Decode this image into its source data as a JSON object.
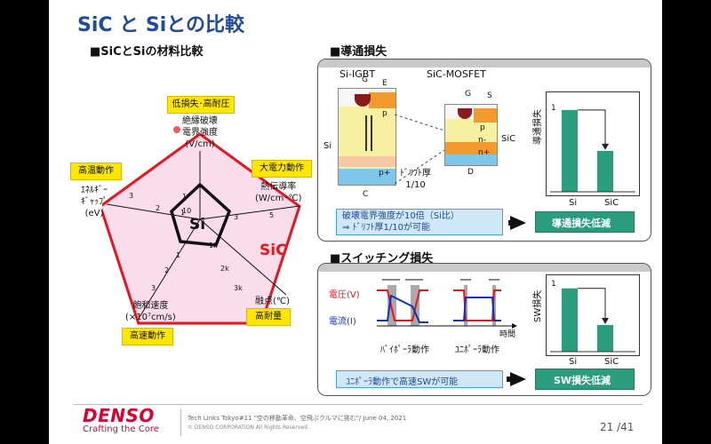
{
  "title": "SiC と Siとの比較",
  "material": {
    "heading": "■SiCとSiの材料比較",
    "top_tag": "低損失･高耐圧",
    "breakdown_label": "絶縁破壊\n電界強度\n(V/cm)",
    "thermal_tag": "大電力動作",
    "thermal_label": "熱伝導率\n(W/cm･℃)",
    "bandgap_tag": "高温動作",
    "bandgap_label": "ｴﾈﾙｷﾞｰ\nｷﾞｬｯﾌﾟ\n(eV)",
    "velocity_label": "飽和速度\n(×10⁷cm/s)",
    "velocity_tag": "高速動作",
    "melting_label": "融点(℃)",
    "melting_tag": "高耐量",
    "si_label": "Si",
    "sic_label": "SiC",
    "ticks": {
      "breakdown": [
        "10",
        "1"
      ],
      "thermal": [
        "5",
        "3"
      ],
      "melting": [
        "3k",
        "2k",
        "1k"
      ],
      "velocity": [
        "3",
        "2",
        "1"
      ],
      "bandgap": [
        "3",
        "2",
        "1"
      ]
    },
    "colors": {
      "sic": "#e8141e",
      "sic_fill": "#fbdcea",
      "si": "#111111",
      "tag": "#ffe600"
    }
  },
  "conduction": {
    "heading": "■導通損失",
    "igbt_title": "Si-IGBT",
    "mosfet_title": "SiC-MOSFET",
    "terminals": {
      "g": "G",
      "e": "E",
      "s": "S",
      "c": "C",
      "d": "D"
    },
    "layers": {
      "p": "p",
      "n_minus": "n-",
      "n_plus": "n+",
      "p_plus": "p+"
    },
    "si_side": "Si",
    "sic_side": "SiC",
    "drift_note": "ﾄﾞﾘﾌﾄ厚\n1/10",
    "info": "破壊電界強度が10倍（Si比）\n⇒ ﾄﾞﾘﾌﾄ厚1/10が可能",
    "result": "導通損失低減",
    "chart_ylabel": "導通損失",
    "chart_tick": "1"
  },
  "switching": {
    "heading": "■スイッチング損失",
    "voltage_label": "電圧(V)",
    "current_label": "電流(I)",
    "time_label": "時間",
    "bipolar": "ﾊﾞｲﾎﾟｰﾗ動作",
    "unipolar": "ﾕﾆﾎﾟｰﾗ動作",
    "info": "ﾕﾆﾎﾟｰﾗ動作で高速SWが可能",
    "result": "SW損失低減",
    "chart_ylabel": "SW損失",
    "chart_tick": "1"
  },
  "chart_data": [
    {
      "type": "bar",
      "categories": [
        "Si",
        "SiC"
      ],
      "values": [
        1.0,
        0.5
      ],
      "ylabel": "導通損失",
      "ylim": [
        0,
        1.15
      ]
    },
    {
      "type": "bar",
      "categories": [
        "Si",
        "SiC"
      ],
      "values": [
        1.0,
        0.42
      ],
      "ylabel": "SW損失",
      "ylim": [
        0,
        1.15
      ]
    }
  ],
  "footer": {
    "brand": "DENSO",
    "tagline": "Crafting the Core",
    "event": "Tech Links Tokyo#11 \"空の移動革命、空飛ぶクルマに挑む\"/ June 04, 2021",
    "copyright": "© DENSO CORPORATION All Rights Reserved.",
    "page": "21 /41",
    "brand_color": "#dc0032"
  }
}
